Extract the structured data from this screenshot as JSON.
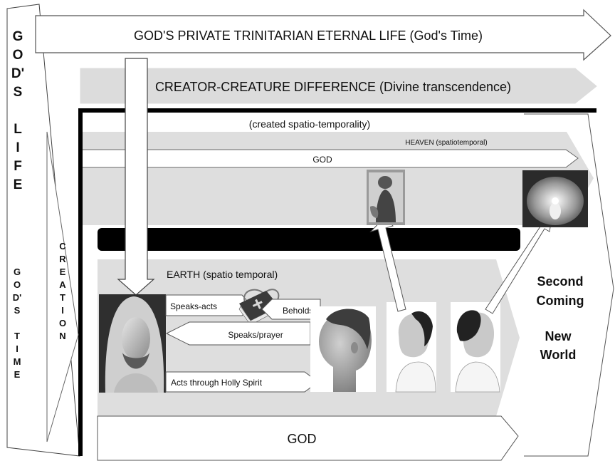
{
  "diagram": {
    "left_column": {
      "top_letters": [
        "G",
        "O",
        "D'",
        "S",
        "",
        "L",
        "I",
        "F",
        "E"
      ],
      "bottom_letters": [
        "G",
        "O",
        "D'",
        "S",
        "",
        "T",
        "I",
        "M",
        "E"
      ]
    },
    "creation_letters": [
      "C",
      "R",
      "E",
      "A",
      "T",
      "I",
      "O",
      "N"
    ],
    "top_arrow_label": "GOD'S PRIVATE TRINITARIAN ETERNAL LIFE (God's Time)",
    "second_arrow_label": "CREATOR-CREATURE DIFFERENCE (Divine transcendence)",
    "created_label": "(created spatio-temporality)",
    "heaven_label": "HEAVEN (spatiotemporal)",
    "god_heaven_label": "GOD",
    "earth_label": "EARTH (spatio temporal)",
    "speaks_acts_label": "Speaks-acts",
    "beholds_label": "Beholds",
    "speaks_prayer_label": "Speaks/prayer",
    "acts_spirit_label": "Acts through Holly Spirit",
    "second_coming_lines": [
      "Second",
      "Coming"
    ],
    "new_world_lines": [
      "New",
      "World"
    ],
    "bottom_god_label": "GOD"
  }
}
